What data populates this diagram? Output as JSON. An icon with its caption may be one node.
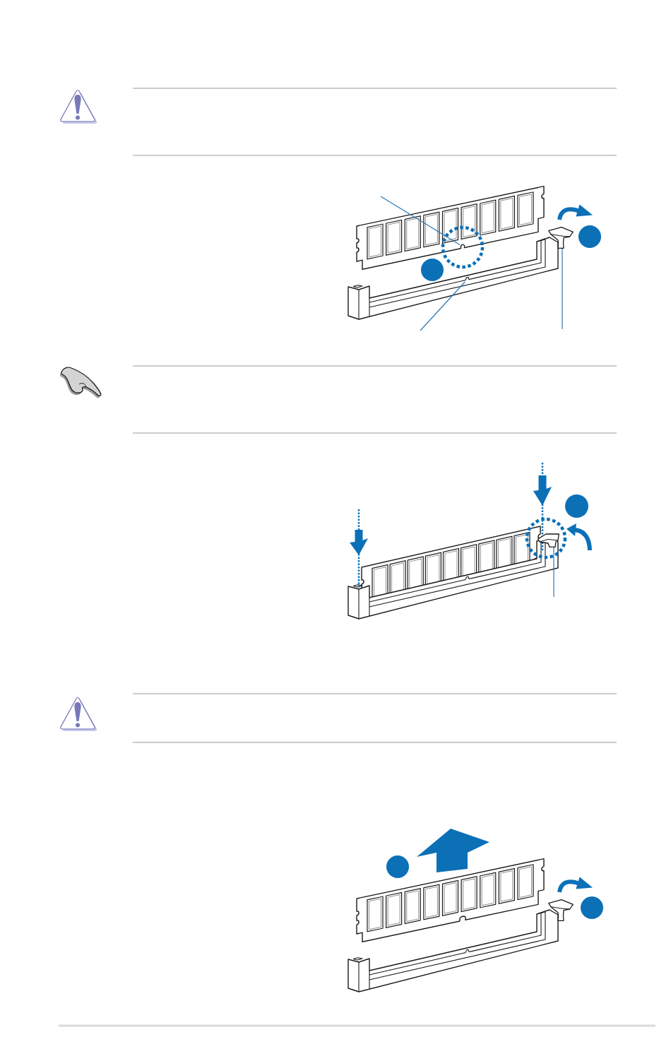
{
  "diagram": {
    "nodes": [
      {
        "text": [],
        "shape": "picture"
      },
      {
        "text": [],
        "shape": "circle"
      },
      {
        "text": [],
        "shape": "picture"
      },
      {
        "text": [],
        "shape": "circle"
      },
      {
        "text": [],
        "shape": "picture"
      },
      {
        "text": [],
        "shape": "circle"
      },
      {
        "text": [],
        "shape": "picture"
      },
      {
        "text": [],
        "shape": "circle"
      },
      {
        "text": [],
        "shape": "picture"
      },
      {
        "text": [],
        "shape": "circle"
      }
    ],
    "edges": [
      {
        "from": null,
        "to": 2,
        "arrow": "none"
      },
      {
        "from": null,
        "to": 4,
        "arrow": "none"
      },
      {
        "from": null,
        "to": 0,
        "arrow": "none"
      },
      {
        "from": null,
        "to": 6,
        "arrow": "none"
      }
    ]
  }
}
